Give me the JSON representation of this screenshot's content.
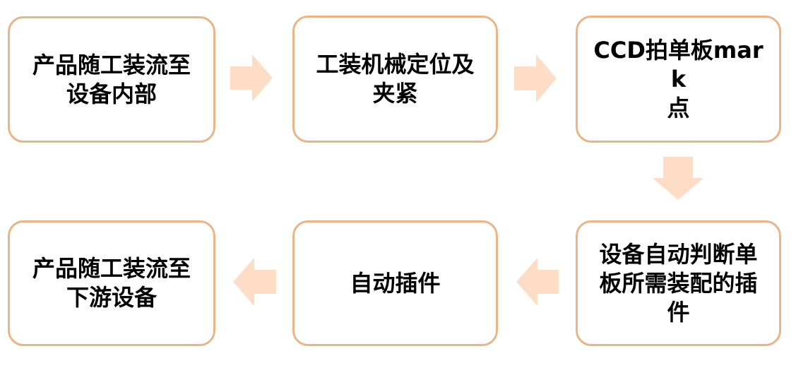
{
  "diagram": {
    "type": "process-flowchart",
    "colors": {
      "box_border": "#E9B486",
      "box_fill": "#FFFFFF",
      "arrow_fill": "#FDDDC5",
      "text": "#000000"
    },
    "steps": [
      {
        "id": 1,
        "lines": [
          "产品随工装流至",
          "设备内部"
        ]
      },
      {
        "id": 2,
        "lines": [
          "工装机械定位及",
          "夹紧"
        ]
      },
      {
        "id": 3,
        "lines": [
          "CCD拍单板mark",
          "点"
        ]
      },
      {
        "id": 4,
        "lines": [
          "设备自动判断单",
          "板所需装配的插",
          "件"
        ]
      },
      {
        "id": 5,
        "lines": [
          "自动插件"
        ]
      },
      {
        "id": 6,
        "lines": [
          "产品随工装流至",
          "下游设备"
        ]
      }
    ],
    "arrows": [
      {
        "from": 1,
        "to": 2,
        "direction": "right"
      },
      {
        "from": 2,
        "to": 3,
        "direction": "right"
      },
      {
        "from": 3,
        "to": 4,
        "direction": "down"
      },
      {
        "from": 4,
        "to": 5,
        "direction": "left"
      },
      {
        "from": 5,
        "to": 6,
        "direction": "left"
      }
    ]
  }
}
